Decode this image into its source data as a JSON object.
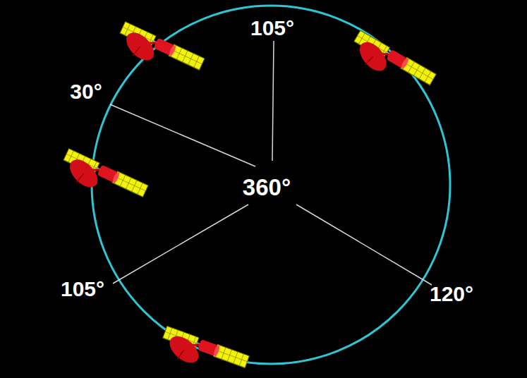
{
  "diagram": {
    "labels": [
      "105°",
      "30°",
      "360°",
      "105°",
      "120°"
    ]
  }
}
